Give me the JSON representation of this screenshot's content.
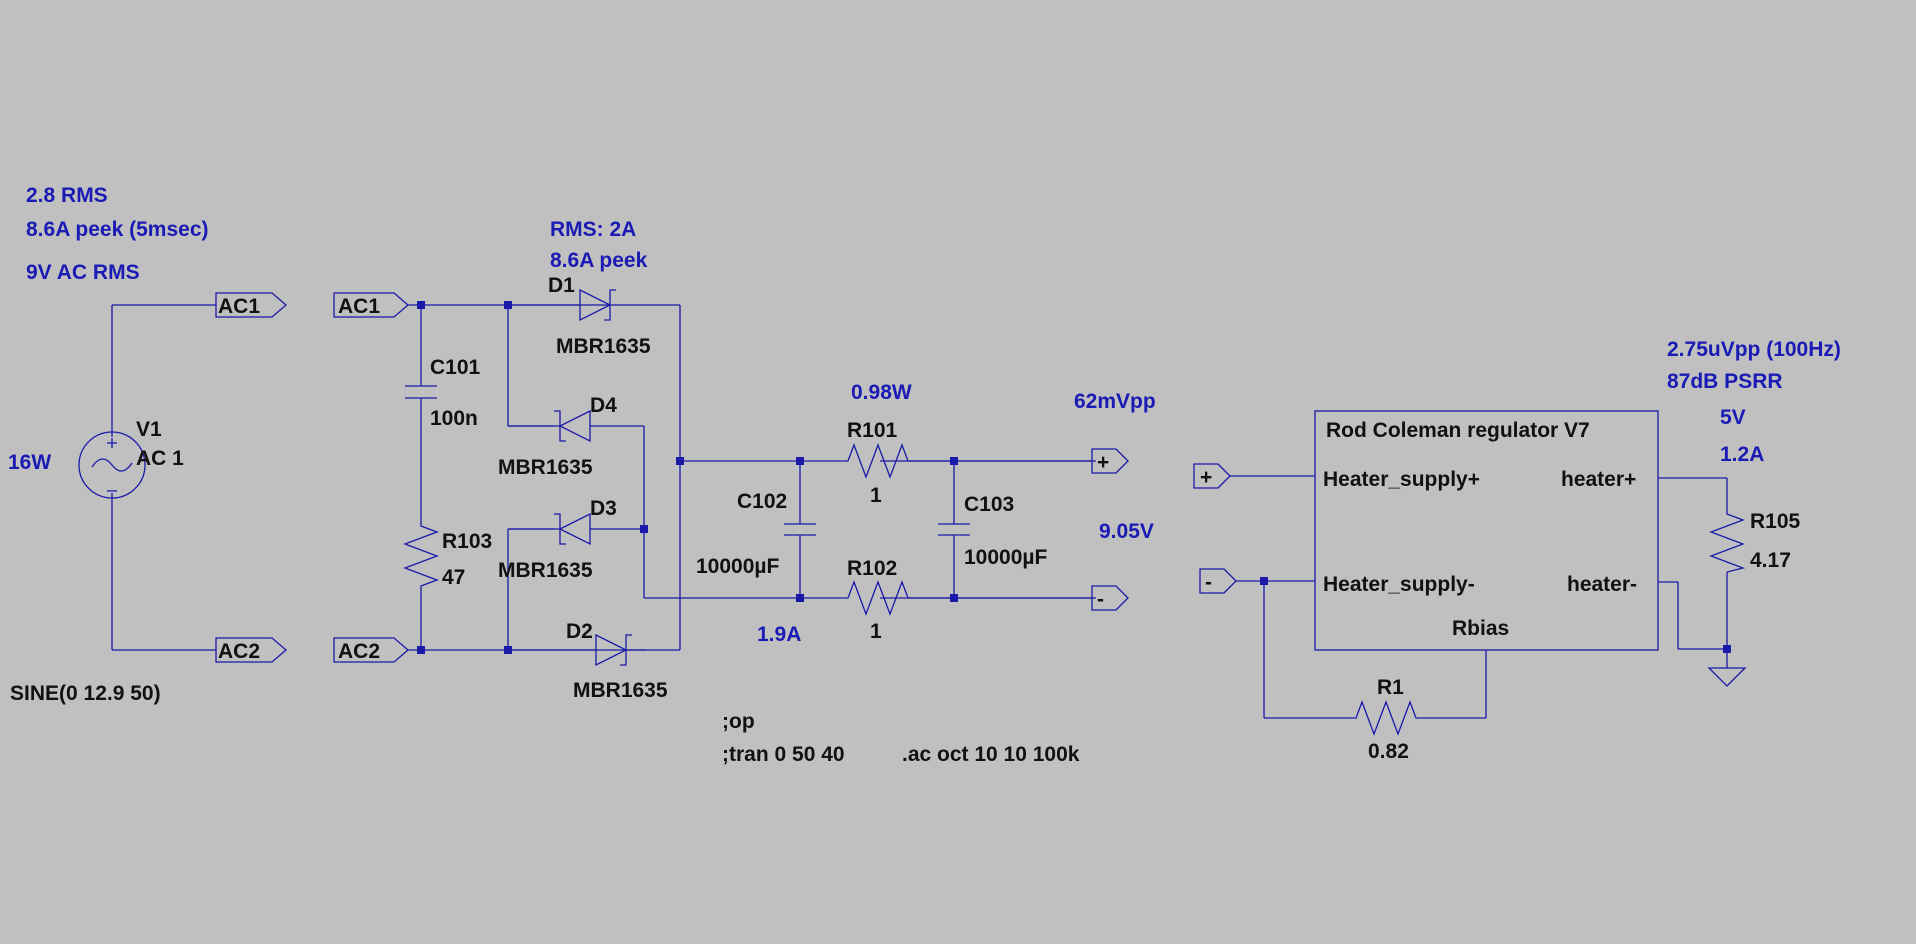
{
  "nets": {
    "ac1": "AC1",
    "ac2": "AC2",
    "plus": "+",
    "minus": "-"
  },
  "components": {
    "v1": {
      "name": "V1",
      "value": "AC 1",
      "spice": "SINE(0 12.9 50)"
    },
    "c101": {
      "name": "C101",
      "value": "100n"
    },
    "r103": {
      "name": "R103",
      "value": "47"
    },
    "d1": {
      "name": "D1",
      "value": "MBR1635"
    },
    "d2": {
      "name": "D2",
      "value": "MBR1635"
    },
    "d3": {
      "name": "D3",
      "value": "MBR1635"
    },
    "d4": {
      "name": "D4",
      "value": "MBR1635"
    },
    "c102": {
      "name": "C102",
      "value": "10000µF"
    },
    "c103": {
      "name": "C103",
      "value": "10000µF"
    },
    "r101": {
      "name": "R101",
      "value": "1"
    },
    "r102": {
      "name": "R102",
      "value": "1"
    },
    "r1": {
      "name": "R1",
      "value": "0.82"
    },
    "r105": {
      "name": "R105",
      "value": "4.17"
    }
  },
  "regulator": {
    "title": "Rod Coleman regulator V7",
    "pin_supply_plus": "Heater_supply+",
    "pin_supply_minus": "Heater_supply-",
    "pin_heater_plus": "heater+",
    "pin_heater_minus": "heater-",
    "pin_rbias": "Rbias"
  },
  "annotations": {
    "input_rms": "2.8 RMS",
    "input_peak": "8.6A peek (5msec)",
    "input_voltage": "9V AC RMS",
    "input_power": "16W",
    "diode_rms": "RMS: 2A",
    "diode_peak": "8.6A peek",
    "r101_power": "0.98W",
    "ripple": "62mVpp",
    "output_voltage": "9.05V",
    "dc_current": "1.9A",
    "output_ripple": "2.75uVpp (100Hz)",
    "psrr": "87dB PSRR",
    "heater_voltage": "5V",
    "heater_current": "1.2A"
  },
  "directives": {
    "op": ";op",
    "tran": ";tran 0 50 40",
    "ac": ".ac oct 10 10 100k"
  },
  "colors": {
    "background": "#c0c0c0",
    "wire": "#1a1aa8",
    "annotation": "#1a1ab4",
    "label": "#111111"
  }
}
